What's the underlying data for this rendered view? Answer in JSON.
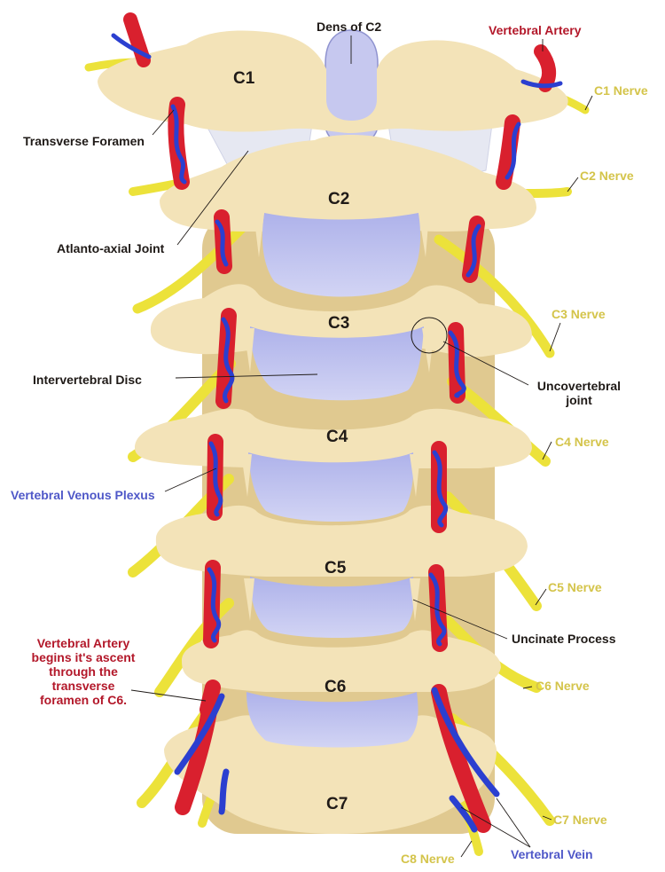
{
  "colors": {
    "bone": "#f3e3b8",
    "bone_shadow": "#e0c990",
    "disc": "#c6c8ef",
    "nerve": "#ece23a",
    "artery": "#d9202e",
    "vein": "#2b3fd0",
    "label_dark": "#1f1a17",
    "label_red": "#b3182a",
    "label_blue": "#4f58c8",
    "label_yellow": "#d4c44a"
  },
  "vertebrae": [
    "C1",
    "C2",
    "C3",
    "C4",
    "C5",
    "C6",
    "C7"
  ],
  "labels": {
    "dens": "Dens of C2",
    "vertebral_artery_top": "Vertebral Artery",
    "c1_nerve": "C1 Nerve",
    "transverse_foramen": "Transverse Foramen",
    "c2_nerve": "C2 Nerve",
    "atlanto_axial": "Atlanto-axial Joint",
    "c3_nerve": "C3 Nerve",
    "intervertebral_disc": "Intervertebral Disc",
    "uncovertebral_line1": "Uncovertebral",
    "uncovertebral_line2": "joint",
    "c4_nerve": "C4 Nerve",
    "venous_plexus": "Vertebral Venous Plexus",
    "c5_nerve": "C5 Nerve",
    "uncinate": "Uncinate Process",
    "ascent_line1": "Vertebral Artery",
    "ascent_line2": "begins it's ascent",
    "ascent_line3": "through the",
    "ascent_line4": "transverse",
    "ascent_line5": "foramen of C6.",
    "c6_nerve": "C6 Nerve",
    "c7_nerve": "C7 Nerve",
    "c8_nerve": "C8 Nerve",
    "vertebral_vein": "Vertebral Vein"
  }
}
